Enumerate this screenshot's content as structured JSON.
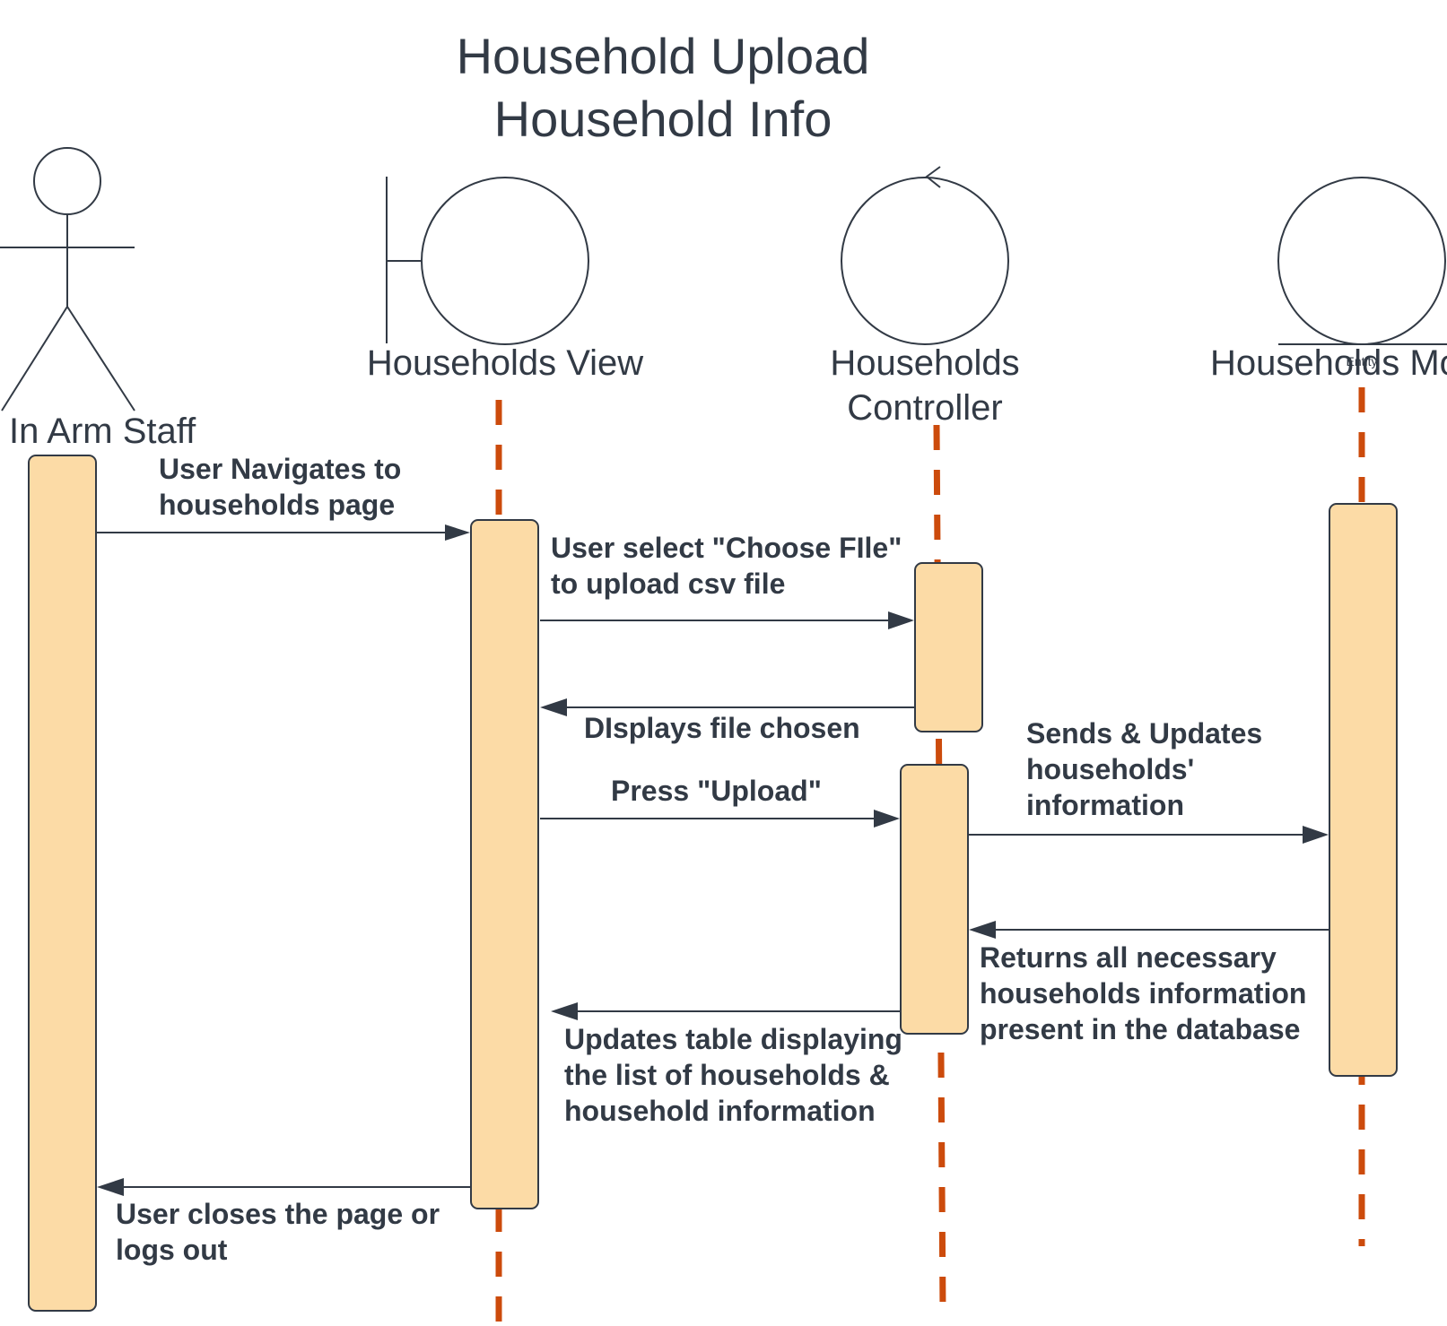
{
  "title": {
    "line1": "Household Upload",
    "line2": "Household Info"
  },
  "participants": {
    "actor": {
      "label": "In Arm Staff",
      "icon": "actor-stick-figure-icon"
    },
    "view": {
      "label": "Households View",
      "icon": "boundary-icon"
    },
    "controller": {
      "label_line1": "Households",
      "label_line2": "Controller",
      "icon": "control-icon"
    },
    "model": {
      "label": "Households Model",
      "stereotype": "Entity",
      "icon": "entity-icon"
    }
  },
  "messages": {
    "m1": {
      "line1": "User Navigates to",
      "line2": "households page"
    },
    "m2": {
      "line1": "User select \"Choose FIle\"",
      "line2": "to upload csv file"
    },
    "m3": {
      "line1": "DIsplays file chosen"
    },
    "m4": {
      "line1": "Press \"Upload\""
    },
    "m5": {
      "line1": "Sends & Updates",
      "line2": "households'",
      "line3": "information"
    },
    "m6": {
      "line1": "Returns all necessary",
      "line2": "households information",
      "line3": "present in the database"
    },
    "m7": {
      "line1": "Updates table displaying",
      "line2": "the list of households &",
      "line3": "household information"
    },
    "m8": {
      "line1": "User closes the page or",
      "line2": "logs out"
    }
  },
  "colors": {
    "ink": "#323a45",
    "lifeline": "#cc4b0c",
    "activation": "#fcdba6"
  }
}
